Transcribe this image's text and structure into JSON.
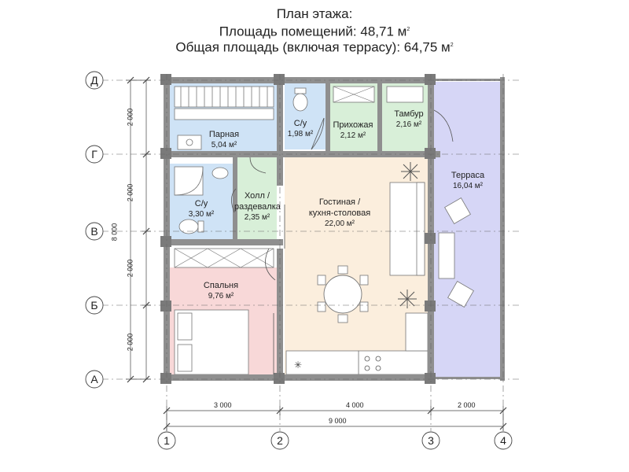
{
  "title": {
    "line1": "План этажа:",
    "line2_prefix": "Площадь помещений:  48,71 м",
    "line3_prefix": "Общая площадь (включая террасу): 64,75  м",
    "sup": "2"
  },
  "rooms": {
    "parnaya": {
      "name": "Парная",
      "area": "5,04 м²"
    },
    "su_top": {
      "name": "С/у",
      "area": "1,98 м²"
    },
    "prihozhaya": {
      "name": "Прихожая",
      "area": "2,12 м²"
    },
    "tambur": {
      "name": "Тамбур",
      "area": "2,16 м²"
    },
    "terrasa": {
      "name": "Терраса",
      "area": "16,04 м²"
    },
    "su_left": {
      "name": "С/у",
      "area": "3,30 м²"
    },
    "holl_line1": "Холл /",
    "holl_line2": "раздевалка",
    "holl_area": "2,35 м²",
    "gostinaya_line1": "Гостиная /",
    "gostinaya_line2": "кухня-столовая",
    "gostinaya_area": "22,00 м²",
    "spalnya": {
      "name": "Спальня",
      "area": "9,76 м²"
    }
  },
  "axes": {
    "rows": [
      "Д",
      "Г",
      "В",
      "Б",
      "А"
    ],
    "cols": [
      "1",
      "2",
      "3",
      "4"
    ]
  },
  "dimensions": {
    "vertical": [
      "2 000",
      "2 000",
      "2 000",
      "2 000"
    ],
    "vertical_total": "8 000",
    "horizontal": [
      "3 000",
      "4 000",
      "2 000"
    ],
    "horizontal_total": "9 000"
  },
  "colors": {
    "steam_room": "#cfe3f6",
    "bathroom": "#cfe3f6",
    "hall": "#d8efd8",
    "living": "#fbeedd",
    "bedroom": "#f8d8d8",
    "terrace": "#d6d6f6",
    "wall": "#8f8f8f"
  }
}
